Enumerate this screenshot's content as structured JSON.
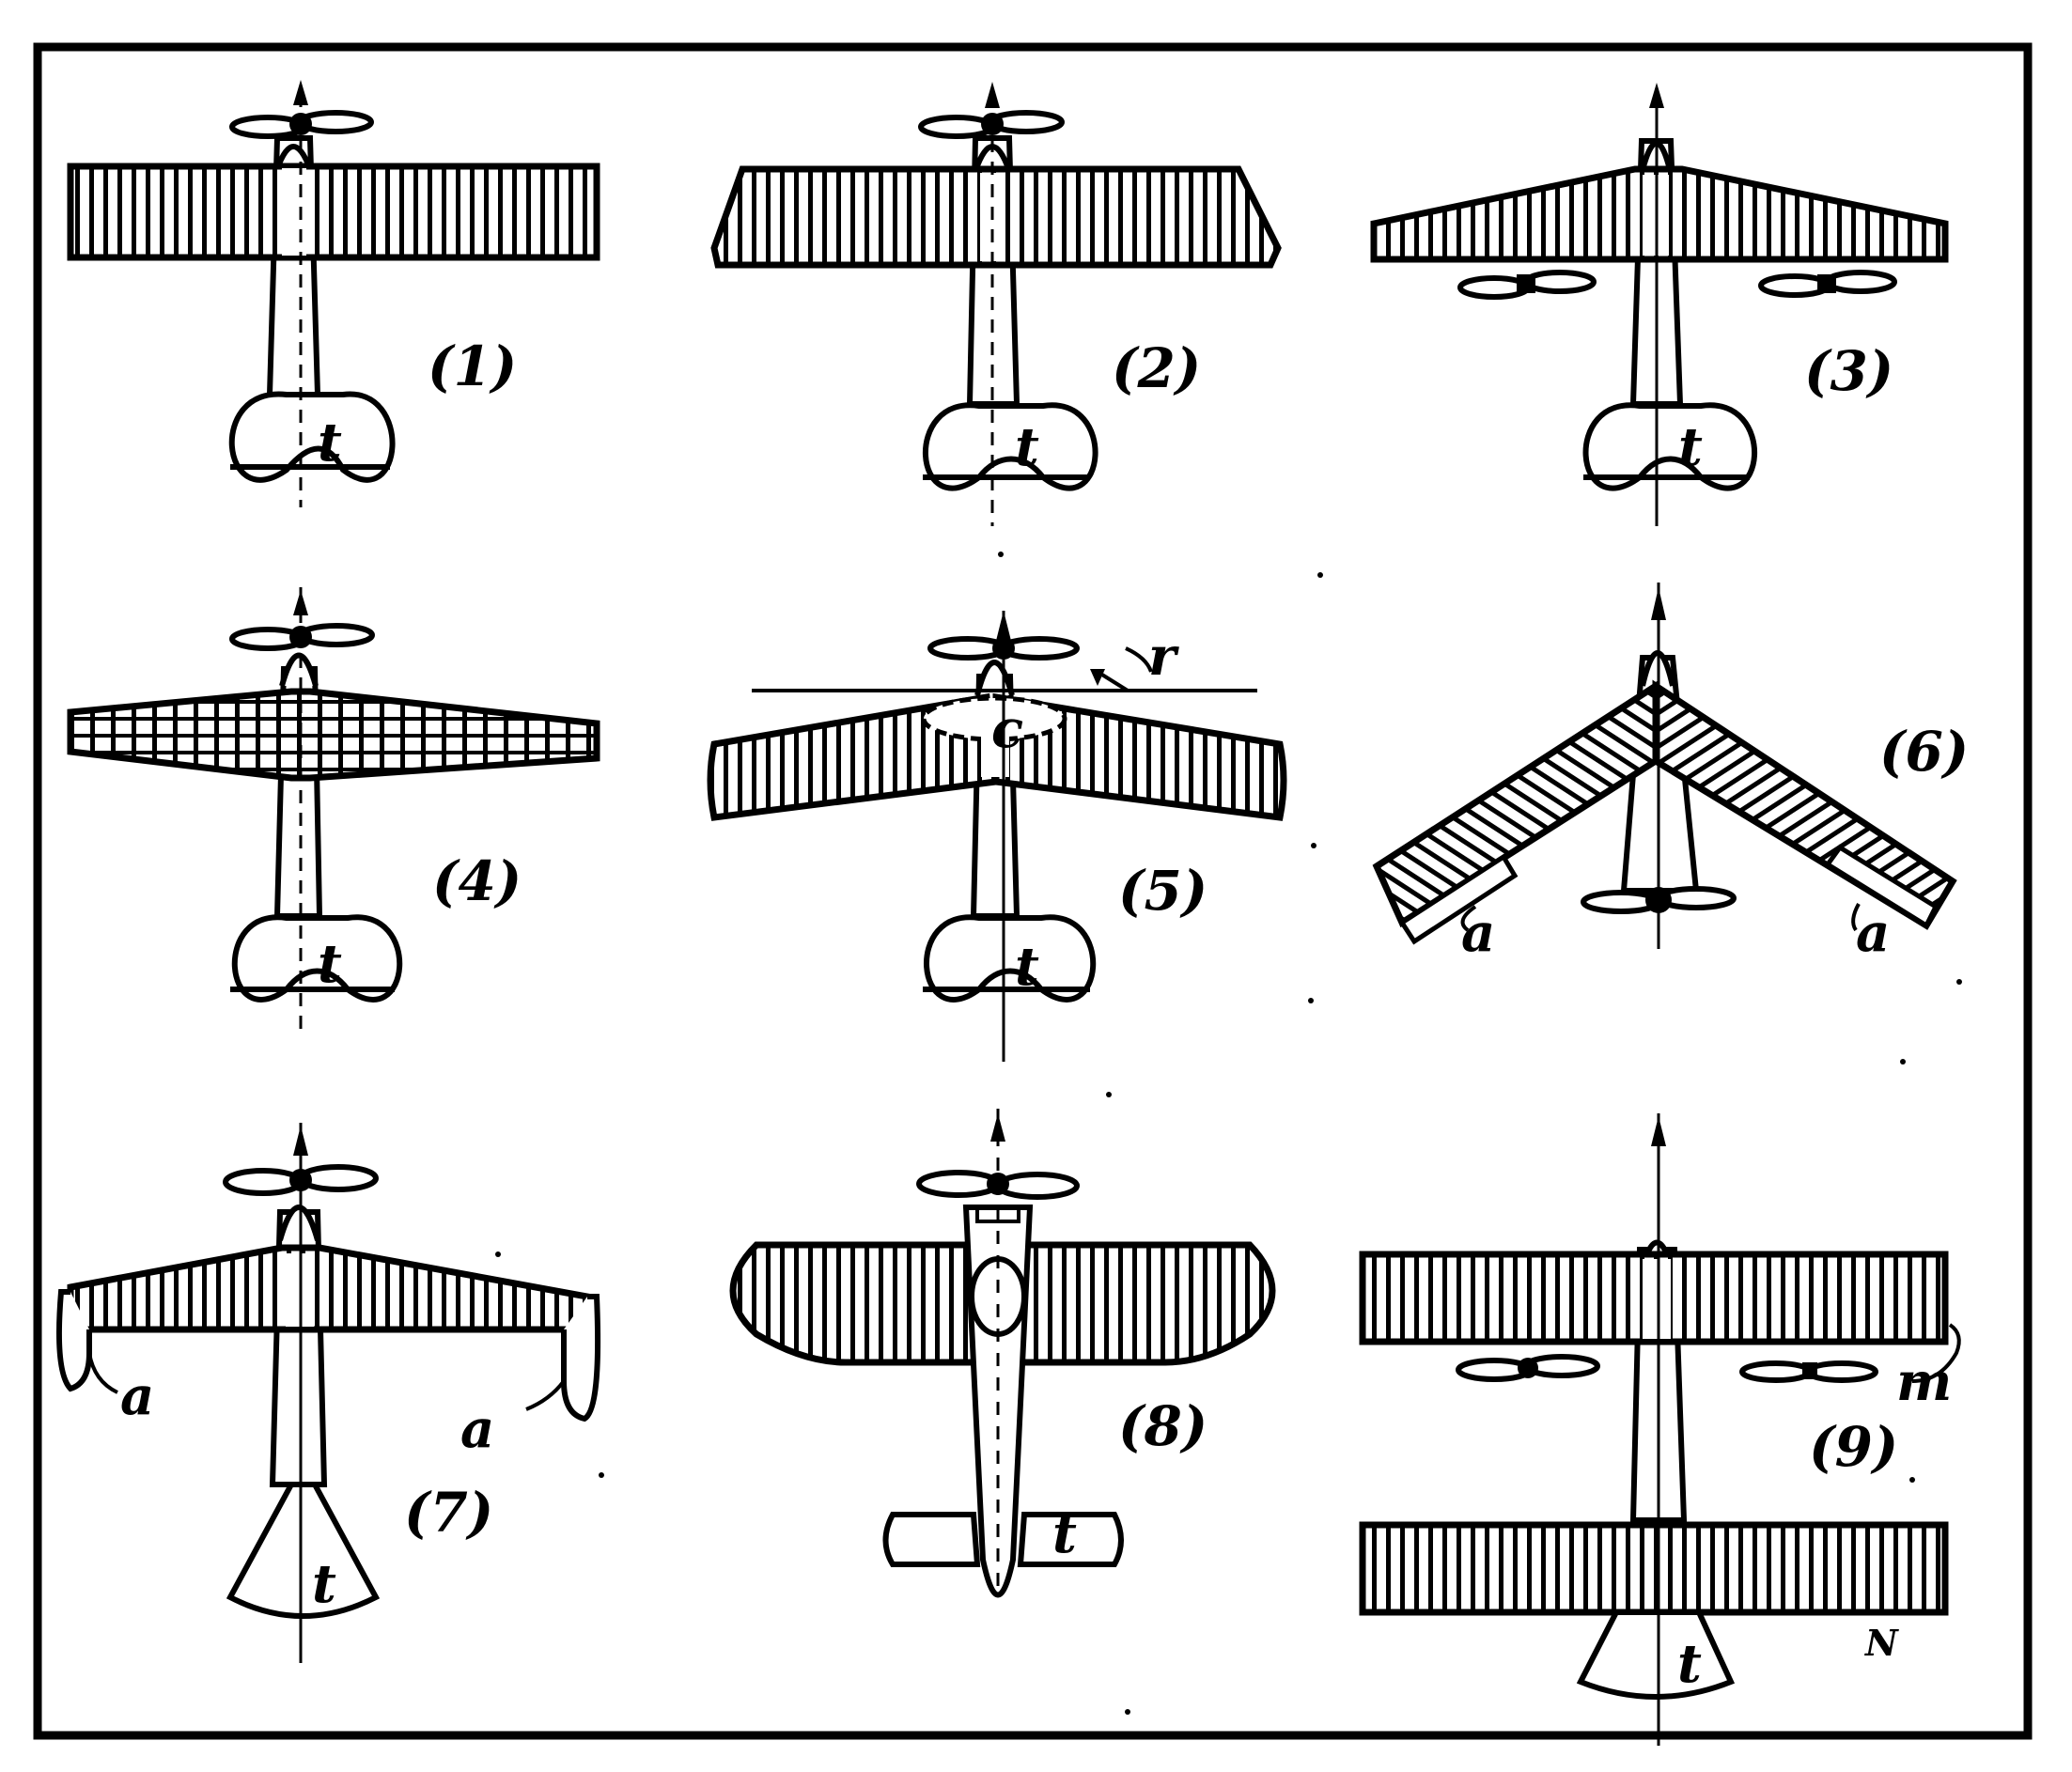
{
  "figures": [
    {
      "number": "(1)",
      "letters": [
        "t"
      ]
    },
    {
      "number": "(2)",
      "letters": [
        "t"
      ]
    },
    {
      "number": "(3)",
      "letters": [
        "t"
      ]
    },
    {
      "number": "(4)",
      "letters": [
        "t"
      ]
    },
    {
      "number": "(5)",
      "letters": [
        "t",
        "r",
        "c"
      ]
    },
    {
      "number": "(6)",
      "letters": [
        "a",
        "a"
      ]
    },
    {
      "number": "(7)",
      "letters": [
        "t",
        "a",
        "a"
      ]
    },
    {
      "number": "(8)",
      "letters": [
        "t"
      ]
    },
    {
      "number": "(9)",
      "letters": [
        "t",
        "m",
        "N"
      ]
    }
  ],
  "colors": {
    "ink": "#000000",
    "paper": "#ffffff"
  }
}
